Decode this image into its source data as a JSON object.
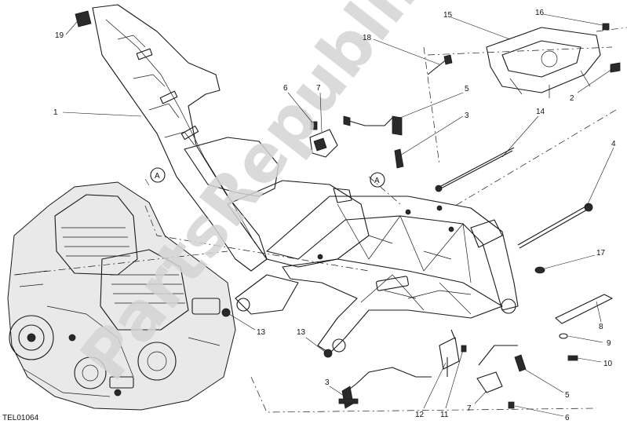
{
  "diagram": {
    "drawing_code": "TEL01064",
    "watermark": "PartsRepublik",
    "reference_marker": "A",
    "callouts": {
      "c1": "1",
      "c2": "2",
      "c3a": "3",
      "c3b": "3",
      "c4": "4",
      "c5a": "5",
      "c5b": "5",
      "c6a": "6",
      "c6b": "6",
      "c7a": "7",
      "c7b": "7",
      "c8": "8",
      "c9": "9",
      "c10": "10",
      "c11": "11",
      "c12": "12",
      "c13a": "13",
      "c13b": "13",
      "c14": "14",
      "c15": "15",
      "c16": "16",
      "c17": "17",
      "c18": "18",
      "c19": "19"
    }
  }
}
